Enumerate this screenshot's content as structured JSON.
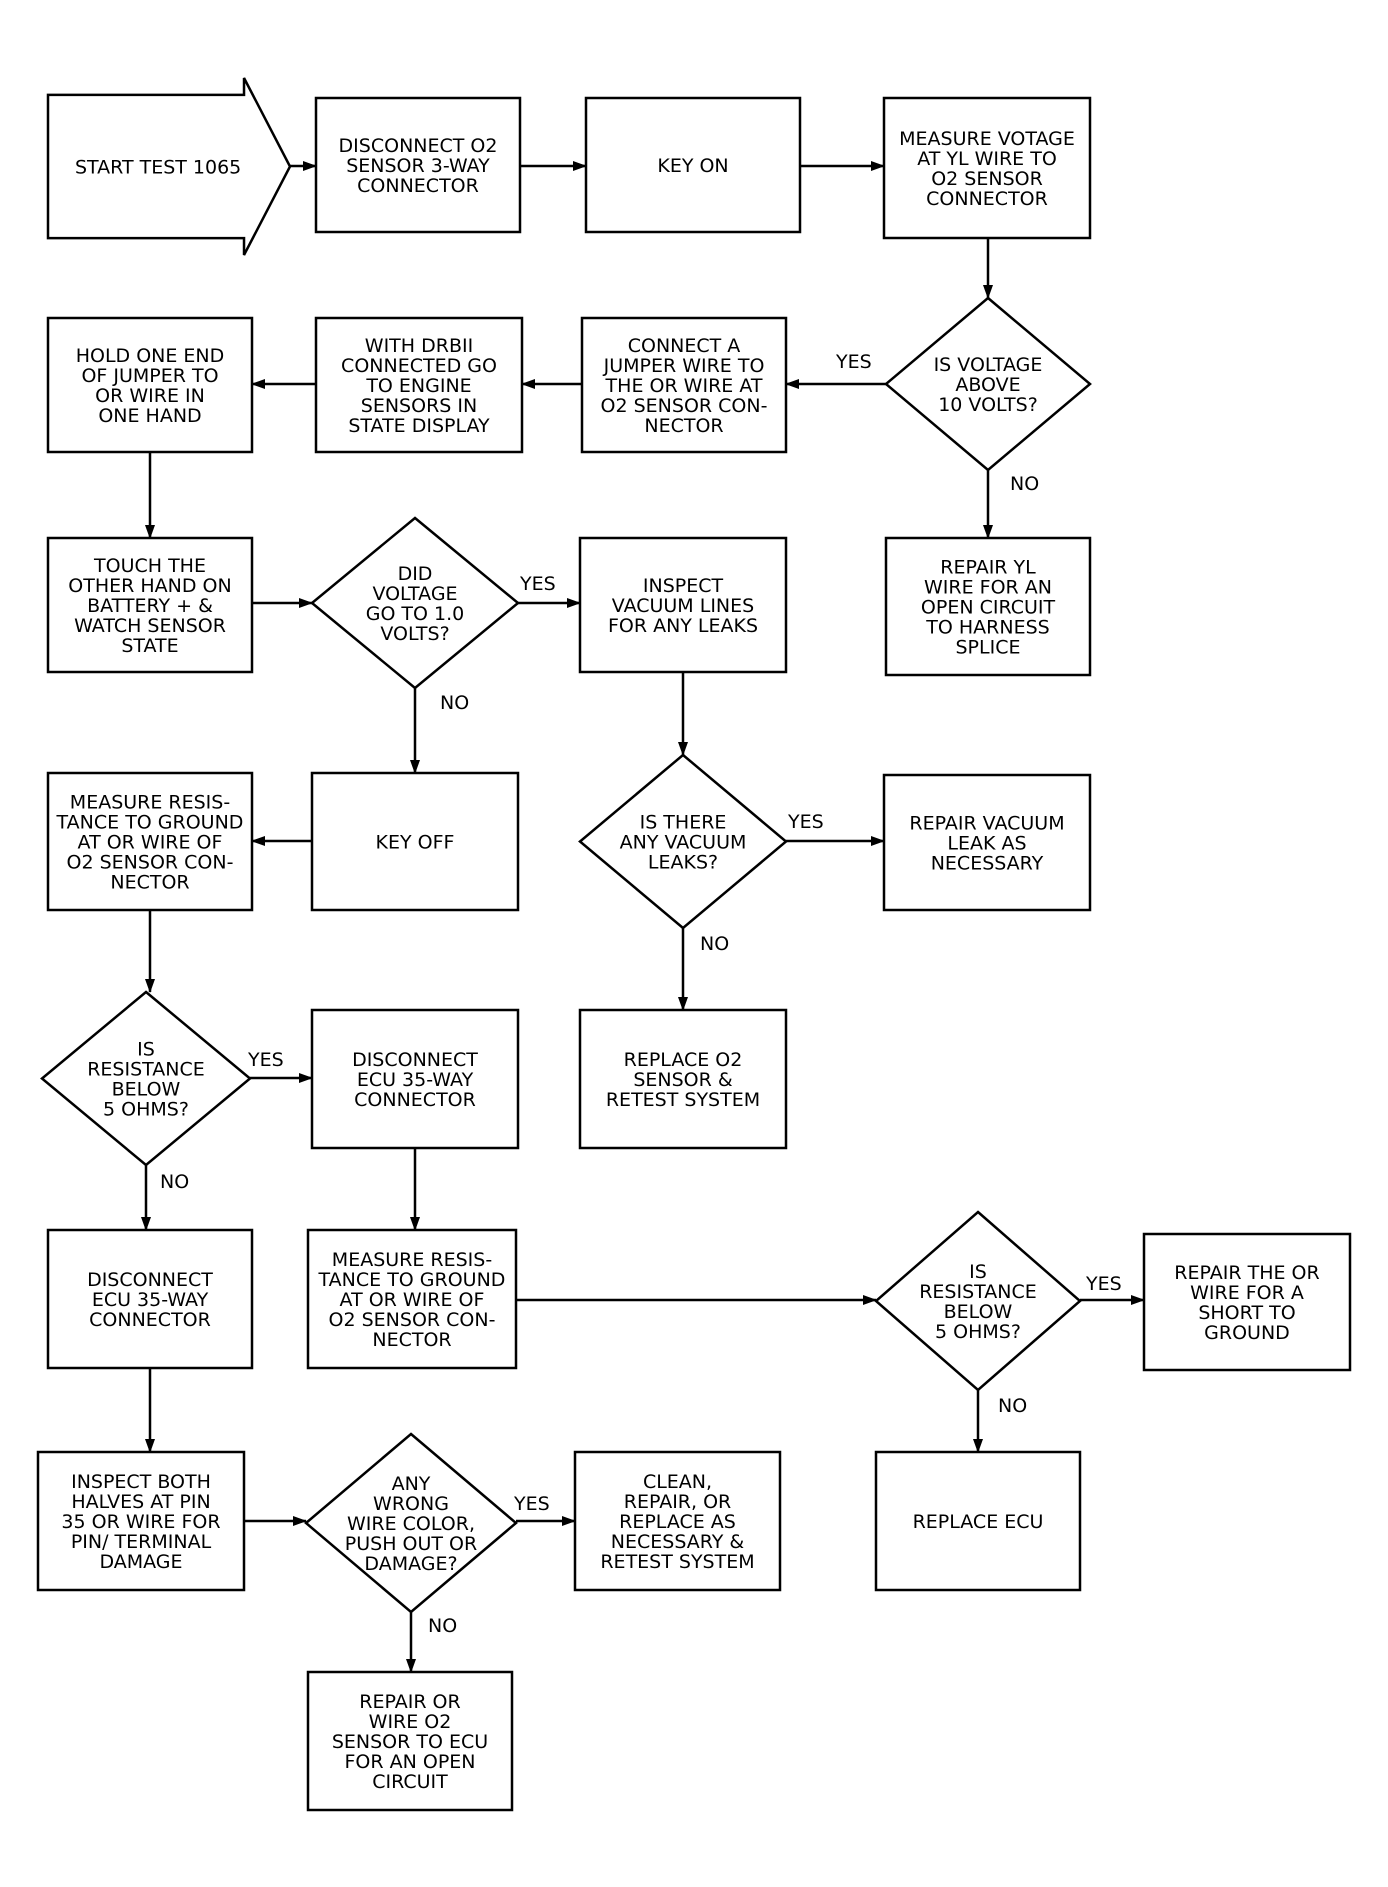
{
  "diagram": {
    "nodes": [
      {
        "id": "start",
        "shape": "arrow",
        "text": [
          "START TEST 1065"
        ]
      },
      {
        "id": "disconnect_o2",
        "shape": "rect",
        "text": [
          "DISCONNECT O2",
          "SENSOR 3-WAY",
          "CONNECTOR"
        ]
      },
      {
        "id": "key_on",
        "shape": "rect",
        "text": [
          "KEY ON"
        ]
      },
      {
        "id": "measure_votage",
        "shape": "rect",
        "text": [
          "MEASURE VOTAGE",
          "AT YL WIRE TO",
          "O2 SENSOR",
          "CONNECTOR"
        ]
      },
      {
        "id": "is_voltage",
        "shape": "diamond",
        "text": [
          "IS VOLTAGE",
          "ABOVE",
          "10 VOLTS?"
        ]
      },
      {
        "id": "repair_yl",
        "shape": "rect",
        "text": [
          "REPAIR YL",
          "WIRE FOR AN",
          "OPEN CIRCUIT",
          "TO HARNESS",
          "SPLICE"
        ]
      },
      {
        "id": "connect_jumper",
        "shape": "rect",
        "text": [
          "CONNECT A",
          "JUMPER WIRE TO",
          "THE OR WIRE AT",
          "O2 SENSOR CON-",
          "NECTOR"
        ]
      },
      {
        "id": "with_drbii",
        "shape": "rect",
        "text": [
          "WITH DRBII",
          "CONNECTED GO",
          "TO ENGINE",
          "SENSORS IN",
          "STATE DISPLAY"
        ]
      },
      {
        "id": "hold_one_end",
        "shape": "rect",
        "text": [
          "HOLD ONE END",
          "OF JUMPER TO",
          "OR WIRE IN",
          "ONE HAND"
        ]
      },
      {
        "id": "touch_other",
        "shape": "rect",
        "text": [
          "TOUCH THE",
          "OTHER HAND ON",
          "BATTERY + &",
          "WATCH SENSOR",
          "STATE"
        ]
      },
      {
        "id": "did_voltage",
        "shape": "diamond",
        "text": [
          "DID",
          "VOLTAGE",
          "GO TO 1.0",
          "VOLTS?"
        ]
      },
      {
        "id": "inspect_vacuum",
        "shape": "rect",
        "text": [
          "INSPECT",
          "VACUUM LINES",
          "FOR ANY LEAKS"
        ]
      },
      {
        "id": "any_vacuum",
        "shape": "diamond",
        "text": [
          "IS THERE",
          "ANY VACUUM",
          "LEAKS?"
        ]
      },
      {
        "id": "repair_vacuum",
        "shape": "rect",
        "text": [
          "REPAIR VACUUM",
          "LEAK AS",
          "NECESSARY"
        ]
      },
      {
        "id": "replace_o2",
        "shape": "rect",
        "text": [
          "REPLACE O2",
          "SENSOR &",
          "RETEST SYSTEM"
        ]
      },
      {
        "id": "key_off",
        "shape": "rect",
        "text": [
          "KEY OFF"
        ]
      },
      {
        "id": "measure_res_1",
        "shape": "rect",
        "text": [
          "MEASURE RESIS-",
          "TANCE TO GROUND",
          "AT OR WIRE OF",
          "O2 SENSOR CON-",
          "NECTOR"
        ]
      },
      {
        "id": "is_res_1",
        "shape": "diamond",
        "text": [
          "IS",
          "RESISTANCE",
          "BELOW",
          "5 OHMS?"
        ]
      },
      {
        "id": "disconnect_ecu_a",
        "shape": "rect",
        "text": [
          "DISCONNECT",
          "ECU 35-WAY",
          "CONNECTOR"
        ]
      },
      {
        "id": "disconnect_ecu_b",
        "shape": "rect",
        "text": [
          "DISCONNECT",
          "ECU 35-WAY",
          "CONNECTOR"
        ]
      },
      {
        "id": "measure_res_2",
        "shape": "rect",
        "text": [
          "MEASURE RESIS-",
          "TANCE TO GROUND",
          "AT OR WIRE OF",
          "O2 SENSOR CON-",
          "NECTOR"
        ]
      },
      {
        "id": "is_res_2",
        "shape": "diamond",
        "text": [
          "IS",
          "RESISTANCE",
          "BELOW",
          "5 OHMS?"
        ]
      },
      {
        "id": "repair_or_short",
        "shape": "rect",
        "text": [
          "REPAIR THE OR",
          "WIRE FOR A",
          "SHORT TO",
          "GROUND"
        ]
      },
      {
        "id": "replace_ecu",
        "shape": "rect",
        "text": [
          "REPLACE ECU"
        ]
      },
      {
        "id": "inspect_halves",
        "shape": "rect",
        "text": [
          "INSPECT BOTH",
          "HALVES AT PIN",
          "35 OR WIRE FOR",
          "PIN/ TERMINAL",
          "DAMAGE"
        ]
      },
      {
        "id": "any_wrong",
        "shape": "diamond",
        "text": [
          "ANY",
          "WRONG",
          "WIRE COLOR,",
          "PUSH OUT OR",
          "DAMAGE?"
        ]
      },
      {
        "id": "clean_repair",
        "shape": "rect",
        "text": [
          "CLEAN,",
          "REPAIR, OR",
          "REPLACE AS",
          "NECESSARY &",
          "RETEST SYSTEM"
        ]
      },
      {
        "id": "repair_or_wire",
        "shape": "rect",
        "text": [
          "REPAIR OR",
          "WIRE O2",
          "SENSOR TO ECU",
          "FOR AN OPEN",
          "CIRCUIT"
        ]
      }
    ],
    "edges": [
      {
        "from": "start",
        "to": "disconnect_o2",
        "label": ""
      },
      {
        "from": "disconnect_o2",
        "to": "key_on",
        "label": ""
      },
      {
        "from": "key_on",
        "to": "measure_votage",
        "label": ""
      },
      {
        "from": "measure_votage",
        "to": "is_voltage",
        "label": ""
      },
      {
        "from": "is_voltage",
        "to": "connect_jumper",
        "label": "YES"
      },
      {
        "from": "is_voltage",
        "to": "repair_yl",
        "label": "NO"
      },
      {
        "from": "connect_jumper",
        "to": "with_drbii",
        "label": ""
      },
      {
        "from": "with_drbii",
        "to": "hold_one_end",
        "label": ""
      },
      {
        "from": "hold_one_end",
        "to": "touch_other",
        "label": ""
      },
      {
        "from": "touch_other",
        "to": "did_voltage",
        "label": ""
      },
      {
        "from": "did_voltage",
        "to": "inspect_vacuum",
        "label": "YES"
      },
      {
        "from": "did_voltage",
        "to": "key_off",
        "label": "NO"
      },
      {
        "from": "inspect_vacuum",
        "to": "any_vacuum",
        "label": ""
      },
      {
        "from": "any_vacuum",
        "to": "repair_vacuum",
        "label": "YES"
      },
      {
        "from": "any_vacuum",
        "to": "replace_o2",
        "label": "NO"
      },
      {
        "from": "key_off",
        "to": "measure_res_1",
        "label": ""
      },
      {
        "from": "measure_res_1",
        "to": "is_res_1",
        "label": ""
      },
      {
        "from": "is_res_1",
        "to": "disconnect_ecu_a",
        "label": "YES"
      },
      {
        "from": "is_res_1",
        "to": "disconnect_ecu_b",
        "label": "NO"
      },
      {
        "from": "disconnect_ecu_a",
        "to": "measure_res_2",
        "label": ""
      },
      {
        "from": "measure_res_2",
        "to": "is_res_2",
        "label": ""
      },
      {
        "from": "is_res_2",
        "to": "repair_or_short",
        "label": "YES"
      },
      {
        "from": "is_res_2",
        "to": "replace_ecu",
        "label": "NO"
      },
      {
        "from": "disconnect_ecu_b",
        "to": "inspect_halves",
        "label": ""
      },
      {
        "from": "inspect_halves",
        "to": "any_wrong",
        "label": ""
      },
      {
        "from": "any_wrong",
        "to": "clean_repair",
        "label": "YES"
      },
      {
        "from": "any_wrong",
        "to": "repair_or_wire",
        "label": "NO"
      }
    ]
  }
}
